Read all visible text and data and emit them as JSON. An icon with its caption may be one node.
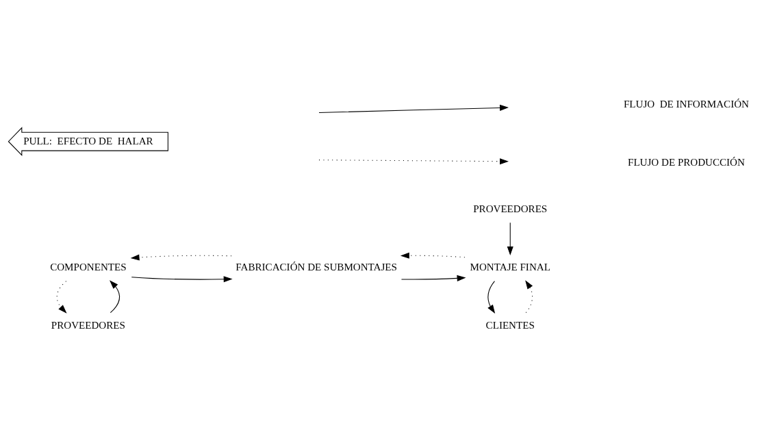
{
  "diagram": {
    "nodes": [
      {
        "text": [
          "PROVEEDORES"
        ]
      },
      {
        "text": [
          "COMPONENTES"
        ]
      },
      {
        "text": [
          "FABRICACIÓN DE SUBMONTAJES"
        ]
      },
      {
        "text": [
          "CLIENTES"
        ]
      },
      {
        "text": [
          "MONTAJE FINAL"
        ]
      },
      {
        "text": [
          "PROVEEDORES"
        ]
      },
      {
        "text": [
          "PULL:  EFECTO DE  HALAR"
        ]
      }
    ],
    "edges": [
      {
        "from": 0,
        "to": 1,
        "arrow": "to"
      },
      {
        "from": 1,
        "to": 0,
        "arrow": "to",
        "style": "dashed"
      },
      {
        "from": 2,
        "to": 1,
        "arrow": "to",
        "style": "dashed"
      },
      {
        "from": 1,
        "to": 2,
        "arrow": "to"
      },
      {
        "from": 4,
        "to": 2,
        "arrow": "to",
        "style": "dashed"
      },
      {
        "from": 2,
        "to": 4,
        "arrow": "to"
      },
      {
        "from": 3,
        "to": 4,
        "arrow": "to",
        "style": "dashed"
      },
      {
        "from": 4,
        "to": 3,
        "arrow": "to"
      },
      {
        "from": 5,
        "to": 4,
        "arrow": "to"
      }
    ],
    "legend": [
      {
        "text": "FLUJO  DE INFORMACIÓN"
      },
      {
        "text": "FLUJO DE PRODUCCIÓN"
      }
    ]
  }
}
